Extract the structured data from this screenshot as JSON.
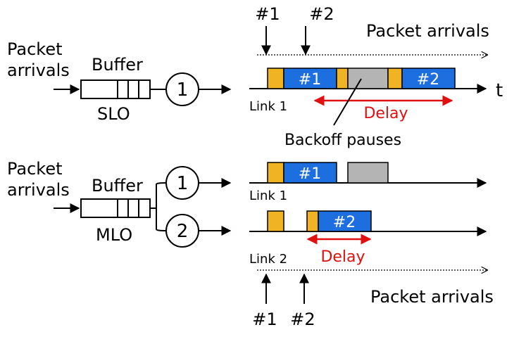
{
  "slo": {
    "input_label_line1": "Packet",
    "input_label_line2": "arrivals",
    "buffer_label": "Buffer",
    "mode_label": "SLO",
    "server_label": "1",
    "link_label": "Link 1",
    "arrivals_label": "Packet arrivals",
    "arrival_1": "#1",
    "arrival_2": "#2",
    "packet_1": "#1",
    "packet_2": "#2",
    "time_label": "t",
    "delay_label": "Delay",
    "backoff_label": "Backoff pauses"
  },
  "mlo": {
    "input_label_line1": "Packet",
    "input_label_line2": "arrivals",
    "buffer_label": "Buffer",
    "mode_label": "MLO",
    "server_1_label": "1",
    "server_2_label": "2",
    "link_1_label": "Link 1",
    "link_2_label": "Link 2",
    "arrivals_label": "Packet arrivals",
    "arrival_1": "#1",
    "arrival_2": "#2",
    "packet_1": "#1",
    "packet_2": "#2",
    "delay_label": "Delay"
  },
  "colors": {
    "backoff_gold": "#f0b323",
    "packet_blue": "#1d6fe0",
    "pause_gray": "#b4b4b4",
    "delay_red": "#e01010"
  }
}
